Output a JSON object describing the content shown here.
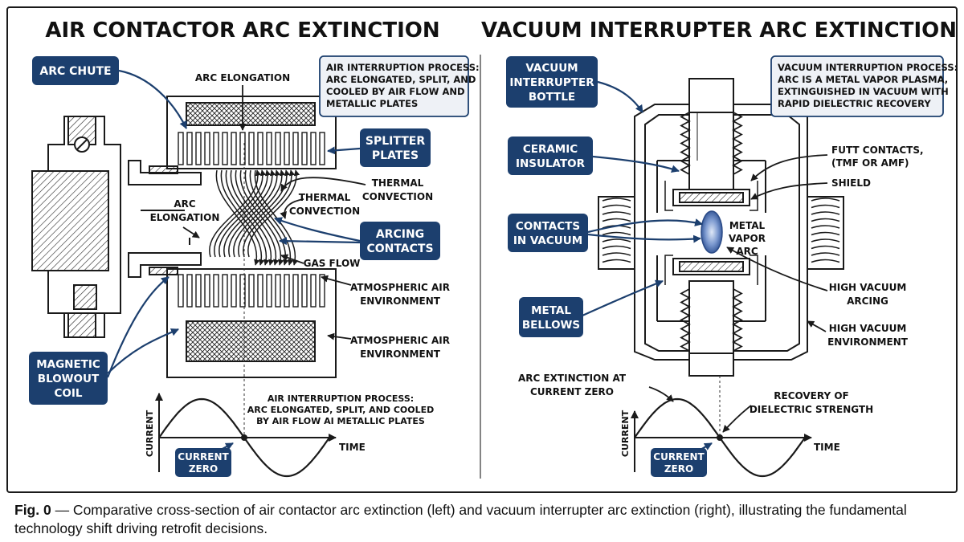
{
  "left_panel": {
    "title": "AIR CONTACTOR ARC EXTINCTION",
    "info_box": [
      "AIR INTERRUPTION PROCESS:",
      "ARC ELONGATED, SPLIT, AND",
      "COOLED BY AIR FLOW AND",
      "METALLIC PLATES"
    ],
    "badges": {
      "arc_chute": [
        "ARC CHUTE"
      ],
      "splitter_plates": [
        "SPLITTER",
        "PLATES"
      ],
      "arcing_contacts": [
        "ARCING",
        "CONTACTS"
      ],
      "magnetic_blowout": [
        "MAGNETIC",
        "BLOWOUT",
        "COIL"
      ],
      "current_zero": [
        "CURRENT",
        "ZERO"
      ]
    },
    "labels": {
      "arc_elongation_top": "ARC ELONGATION",
      "arc_elongation_left": [
        "ARC",
        "ELONGATION"
      ],
      "thermal_convection_right": [
        "THERMAL",
        "CONVECTION"
      ],
      "thermal_convection_mid": [
        "THERMAL",
        "CONVECTION"
      ],
      "gas_flow": "GAS FLOW",
      "atmospheric_1": [
        "ATMOSPHERIC AIR",
        "ENVIRONMENT"
      ],
      "atmospheric_2": [
        "ATMOSPHERIC AIR",
        "ENVIRONMENT"
      ],
      "interruption_note": [
        "AIR INTERRUPTION PROCESS:",
        "ARC ELONGATED, SPLIT, AND COOLED",
        "BY AIR FLOW AI METALLIC PLATES"
      ],
      "axis_current": "CURRENT",
      "axis_time": "TIME"
    }
  },
  "right_panel": {
    "title": "VACUUM INTERRUPTER ARC EXTINCTION",
    "info_box": [
      "VACUUM INTERRUPTION PROCESS:",
      "ARC IS A METAL VAPOR PLASMA,",
      "EXTINGUISHED IN VACUUM WITH",
      "RAPID DIELECTRIC RECOVERY"
    ],
    "badges": {
      "vacuum_bottle": [
        "VACUUM",
        "INTERRUPTER",
        "BOTTLE"
      ],
      "ceramic_insulator": [
        "CERAMIC",
        "INSULATOR"
      ],
      "contacts_vacuum": [
        "CONTACTS",
        "IN VACUUM"
      ],
      "metal_bellows": [
        "METAL",
        "BELLOWS"
      ],
      "current_zero": [
        "CURRENT",
        "ZERO"
      ]
    },
    "labels": {
      "futt_contacts": [
        "FUTT CONTACTS,",
        "(TMF OR AMF)"
      ],
      "shield": "SHIELD",
      "metal_vapor_arc": [
        "METAL",
        "VAPOR",
        "ARC"
      ],
      "high_vacuum_arcing": [
        "HIGH VACUUM",
        "ARCING"
      ],
      "high_vacuum_env": [
        "HIGH VACUUM",
        "ENVIRONMENT"
      ],
      "arc_extinction": [
        "ARC EXTINCTION AT",
        "CURRENT ZERO"
      ],
      "recovery": [
        "RECOVERY OF",
        "DIELECTRIC STRENGTH"
      ],
      "axis_current": "CURRENT",
      "axis_time": "TIME"
    }
  },
  "caption": {
    "fig": "Fig. 0",
    "text": " — Comparative cross-section of air contactor arc extinction (left) and vacuum interrupter arc extinction (right), illustrating the fundamental technology shift driving retrofit decisions."
  },
  "colors": {
    "badge_fill": "#1c3f6e",
    "ink": "#111111",
    "arc_fill": "#4a6fb0"
  }
}
